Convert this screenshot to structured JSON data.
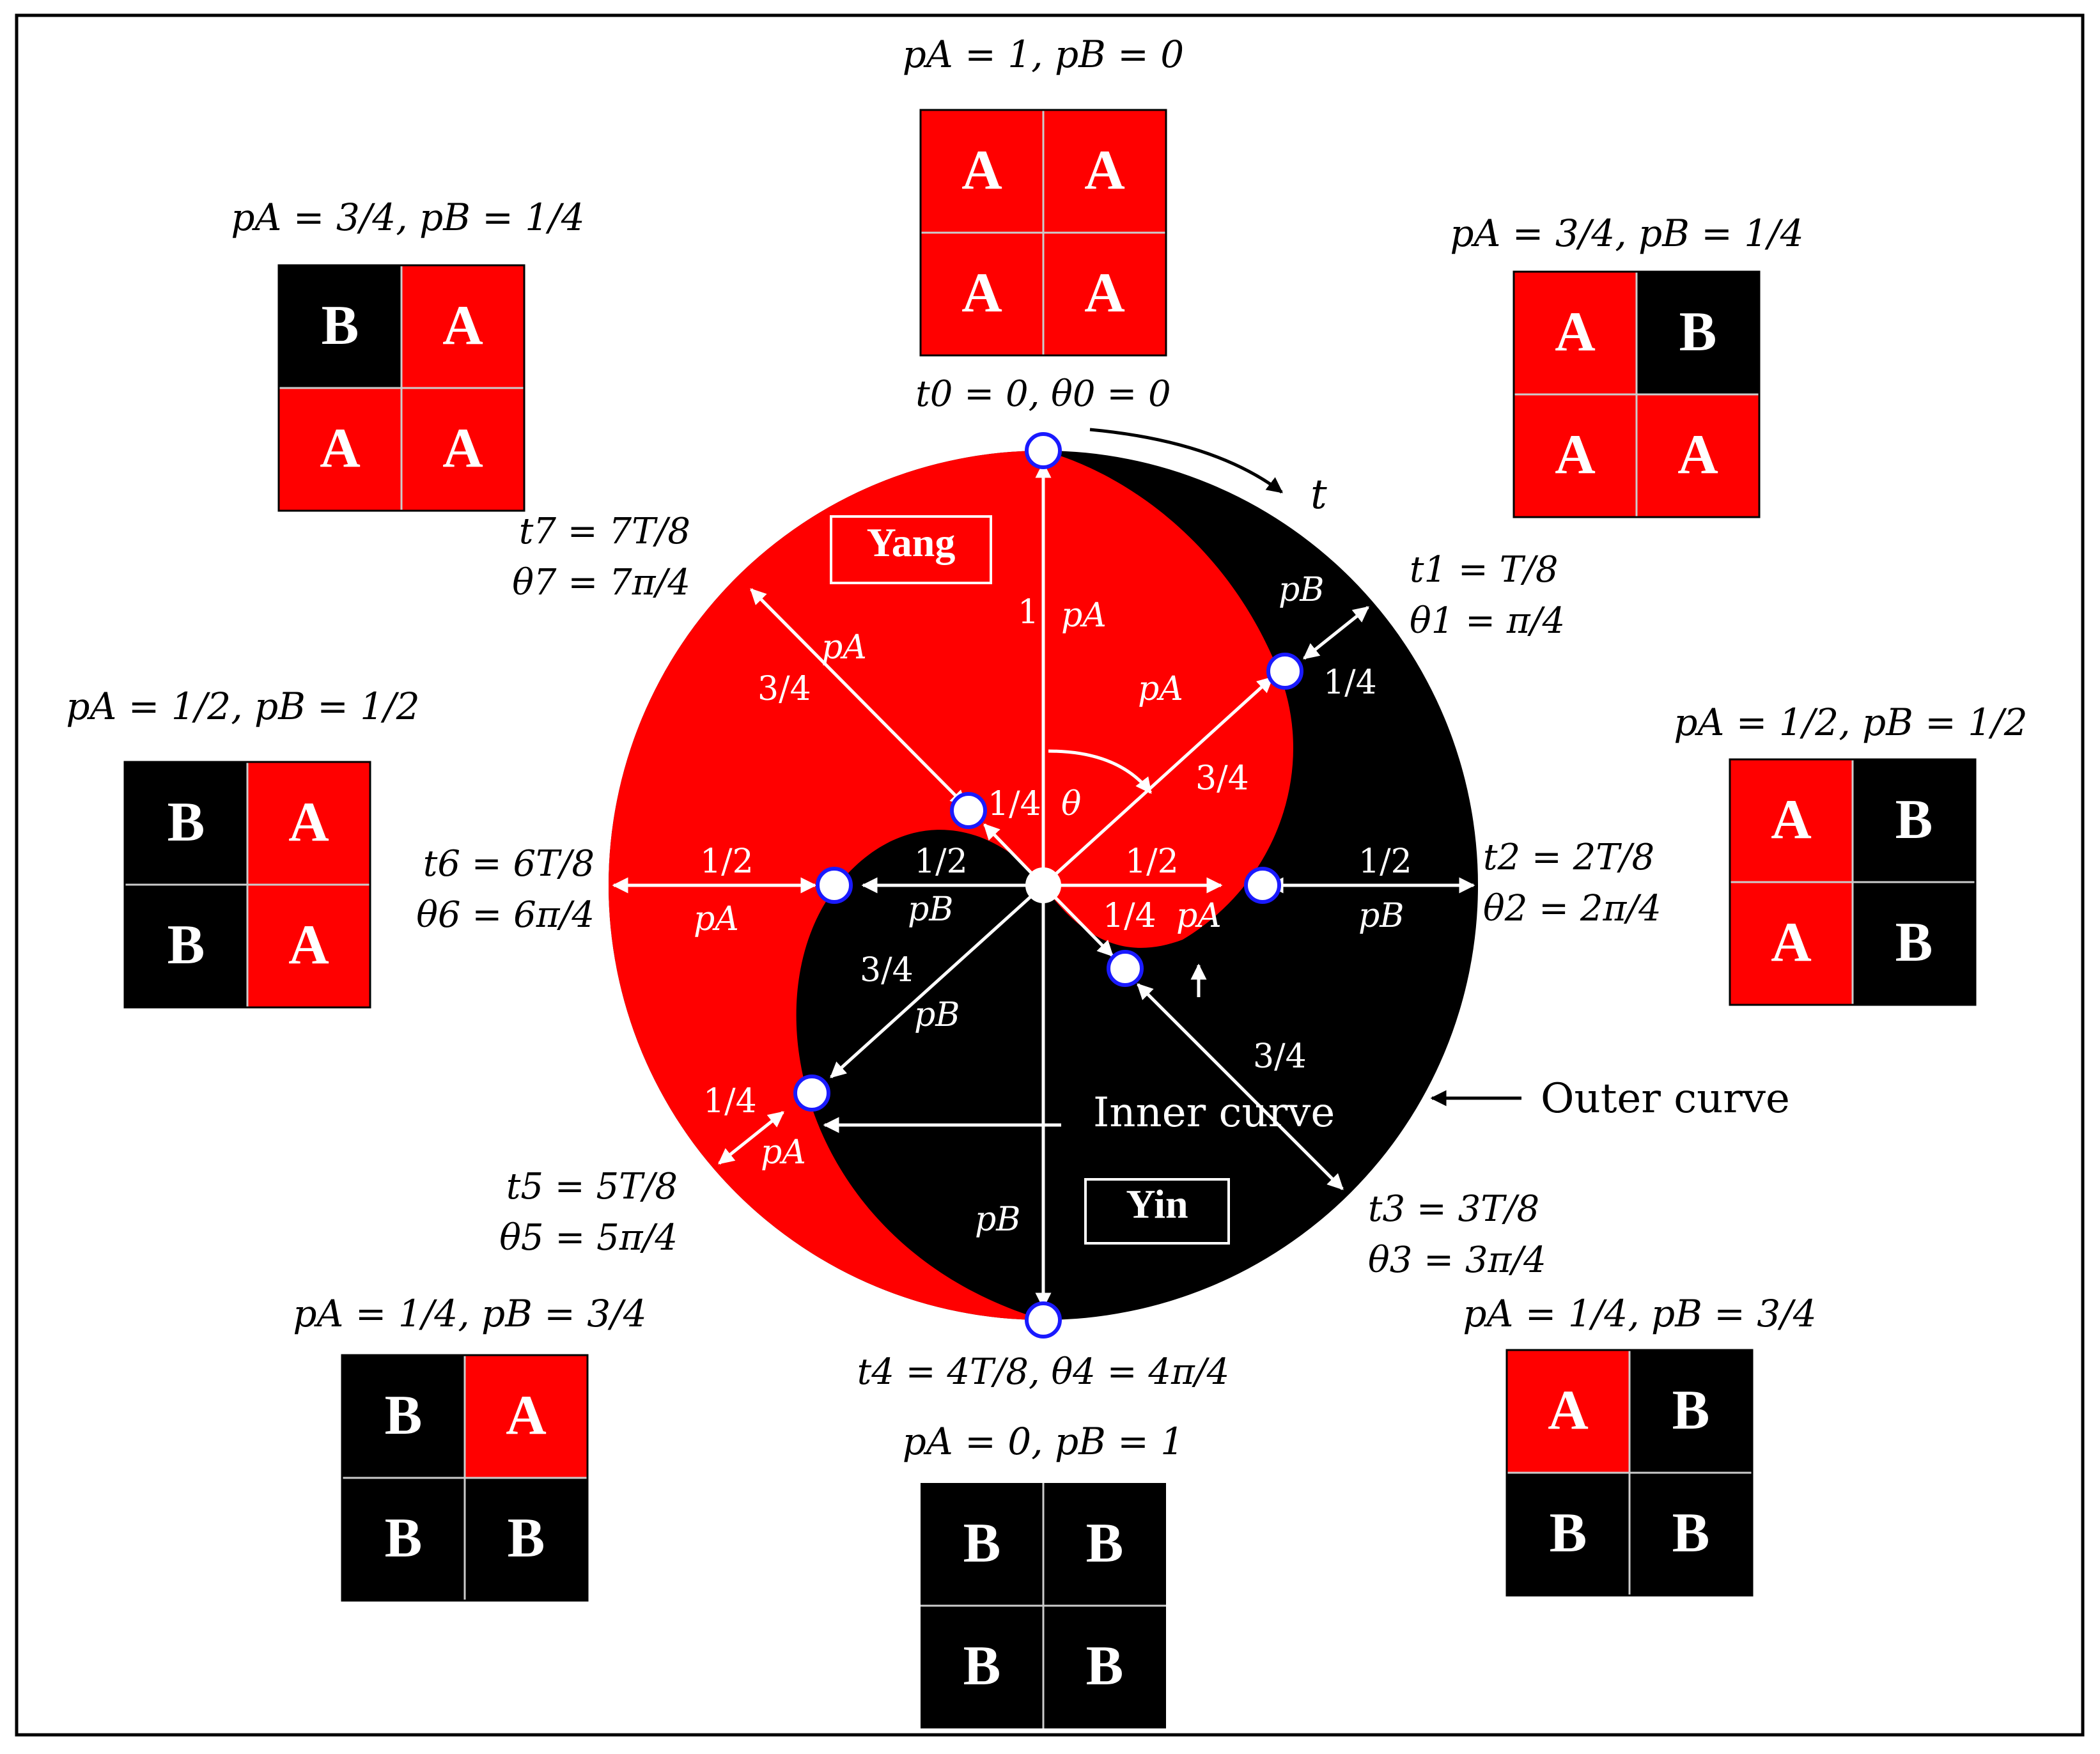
{
  "colors": {
    "red": "#ff0000",
    "black": "#000000",
    "white": "#ffffff",
    "marker_stroke": "#1a1aff"
  },
  "tags": {
    "yang": "Yang",
    "yin": "Yin"
  },
  "callouts": {
    "inner": "Inner curve",
    "outer": "Outer curve"
  },
  "direction_label": "t",
  "center_angle_label": "θ",
  "grids": [
    {
      "prob": "pA = 1, pB = 0",
      "cells": [
        "A",
        "A",
        "A",
        "A"
      ]
    },
    {
      "prob": "pA = 3/4, pB = 1/4",
      "cells": [
        "A",
        "B",
        "A",
        "A"
      ]
    },
    {
      "prob": "pA = 1/2, pB = 1/2",
      "cells": [
        "A",
        "B",
        "A",
        "B"
      ]
    },
    {
      "prob": "pA = 1/4, pB = 3/4",
      "cells": [
        "A",
        "B",
        "B",
        "B"
      ]
    },
    {
      "prob": "pA = 0, pB = 1",
      "cells": [
        "B",
        "B",
        "B",
        "B"
      ]
    },
    {
      "prob": "pA = 1/4, pB = 3/4",
      "cells": [
        "B",
        "A",
        "B",
        "B"
      ]
    },
    {
      "prob": "pA = 1/2, pB = 1/2",
      "cells": [
        "B",
        "A",
        "B",
        "A"
      ]
    },
    {
      "prob": "pA = 3/4, pB = 1/4",
      "cells": [
        "B",
        "A",
        "A",
        "A"
      ]
    }
  ],
  "time_labels": [
    {
      "t": "t0 = 0, θ0 = 0"
    },
    {
      "t": "t1 = T/8",
      "theta": "θ1 = π/4"
    },
    {
      "t": "t2 = 2T/8",
      "theta": "θ2 = 2π/4"
    },
    {
      "t": "t3 = 3T/8",
      "theta": "θ3 = 3π/4"
    },
    {
      "t": "t4 = 4T/8, θ4 = 4π/4"
    },
    {
      "t": "t5 = 5T/8",
      "theta": "θ5 = 5π/4"
    },
    {
      "t": "t6 = 6T/8",
      "theta": "θ6 = 6π/4"
    },
    {
      "t": "t7 = 7T/8",
      "theta": "θ7 = 7π/4"
    }
  ],
  "segment_labels": {
    "one": "1",
    "three_quarter": "3/4",
    "half": "1/2",
    "quarter": "1/4",
    "pA": "pA",
    "pB": "pB"
  }
}
